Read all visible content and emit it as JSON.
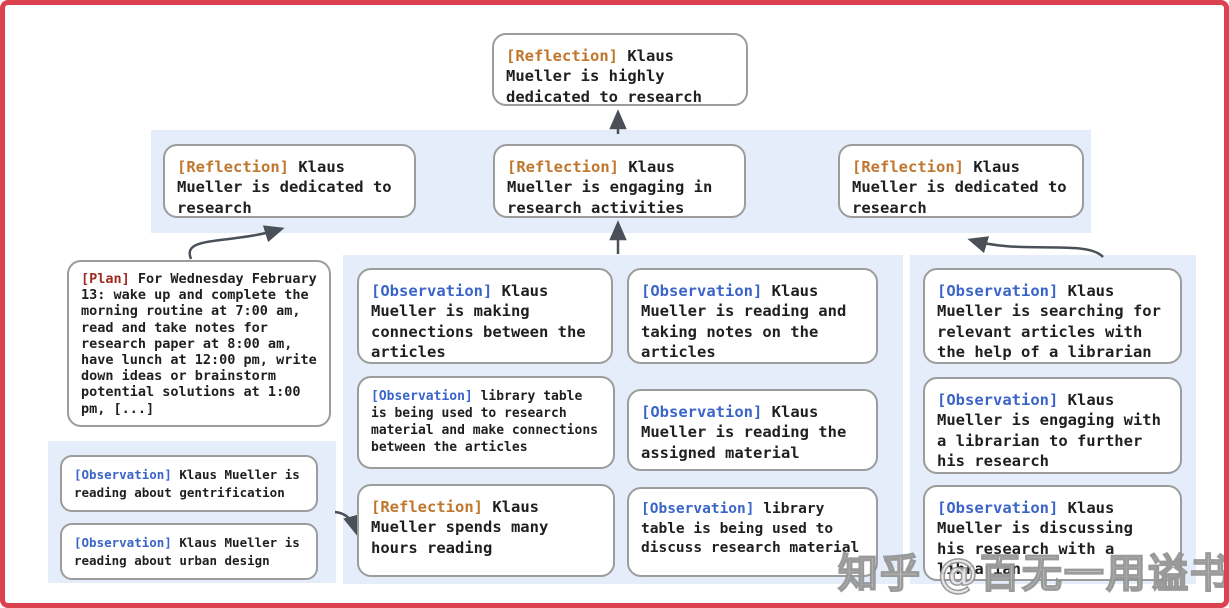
{
  "colors": {
    "frame_border": "#dc4150",
    "region_bg": "#e4edf9",
    "box_border": "#9c9c9c",
    "reflection_tag": "#c0762c",
    "observation_tag": "#3a64c8",
    "plan_tag": "#9e2b1f",
    "arrow": "#4b5058",
    "body_text": "#1f1f1f"
  },
  "watermark": {
    "text": "知乎 @百无一用谥书生"
  },
  "nodes": {
    "top_reflection": {
      "tag": "[Reflection]",
      "text": "Klaus Mueller is highly dedicated to research"
    },
    "row2_left_reflection": {
      "tag": "[Reflection]",
      "text": "Klaus Mueller is dedicated to research"
    },
    "row2_mid_reflection": {
      "tag": "[Reflection]",
      "text": "Klaus Mueller is engaging in research activities"
    },
    "row2_right_reflection": {
      "tag": "[Reflection]",
      "text": "Klaus Mueller is dedicated to research"
    },
    "plan": {
      "tag": "[Plan]",
      "text": "For Wednesday February 13: wake up and complete the morning routine at 7:00 am, read and take notes for research paper at 8:00 am, have lunch at 12:00 pm, write down ideas or brainstorm potential solutions at 1:00 pm, [...]"
    },
    "obs_gentrification": {
      "tag": "[Observation]",
      "text": "Klaus Mueller is reading about gentrification"
    },
    "obs_urban_design": {
      "tag": "[Observation]",
      "text": "Klaus Mueller is reading about urban design"
    },
    "obs_making_connections": {
      "tag": "[Observation]",
      "text": "Klaus Mueller is making connections between the articles"
    },
    "obs_library_table_research": {
      "tag": "[Observation]",
      "text": "library table is being used to research material and make connections between the articles"
    },
    "reflection_hours_reading": {
      "tag": "[Reflection]",
      "text": "Klaus Mueller spends many hours reading"
    },
    "obs_taking_notes": {
      "tag": "[Observation]",
      "text": "Klaus Mueller is reading and taking notes on the articles"
    },
    "obs_assigned_material": {
      "tag": "[Observation]",
      "text": "Klaus Mueller is reading the assigned material"
    },
    "obs_library_table_discuss": {
      "tag": "[Observation]",
      "text": "library table is being used to discuss research material"
    },
    "obs_searching_articles": {
      "tag": "[Observation]",
      "text": "Klaus Mueller is searching for relevant articles with the help of a librarian"
    },
    "obs_engaging_librarian": {
      "tag": "[Observation]",
      "text": "Klaus Mueller is engaging with a librarian to further his research"
    },
    "obs_discussing_research": {
      "tag": "[Observation]",
      "text": "Klaus Mueller is discussing his research with a librarian"
    }
  }
}
